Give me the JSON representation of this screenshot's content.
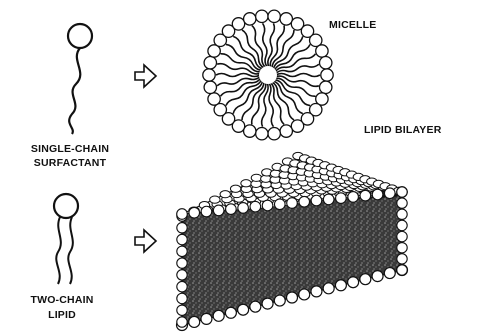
{
  "labels": {
    "single_chain_line1": "SINGLE-CHAIN",
    "single_chain_line2": "SURFACTANT",
    "two_chain_line1": "TWO-CHAIN",
    "two_chain_line2": "LIPID",
    "micelle": "MICELLE",
    "bilayer": "LIPID BILAYER"
  },
  "colors": {
    "ink": "#111111",
    "head_fill": "#ffffff",
    "bilayer_core": "#3a3a3a"
  }
}
